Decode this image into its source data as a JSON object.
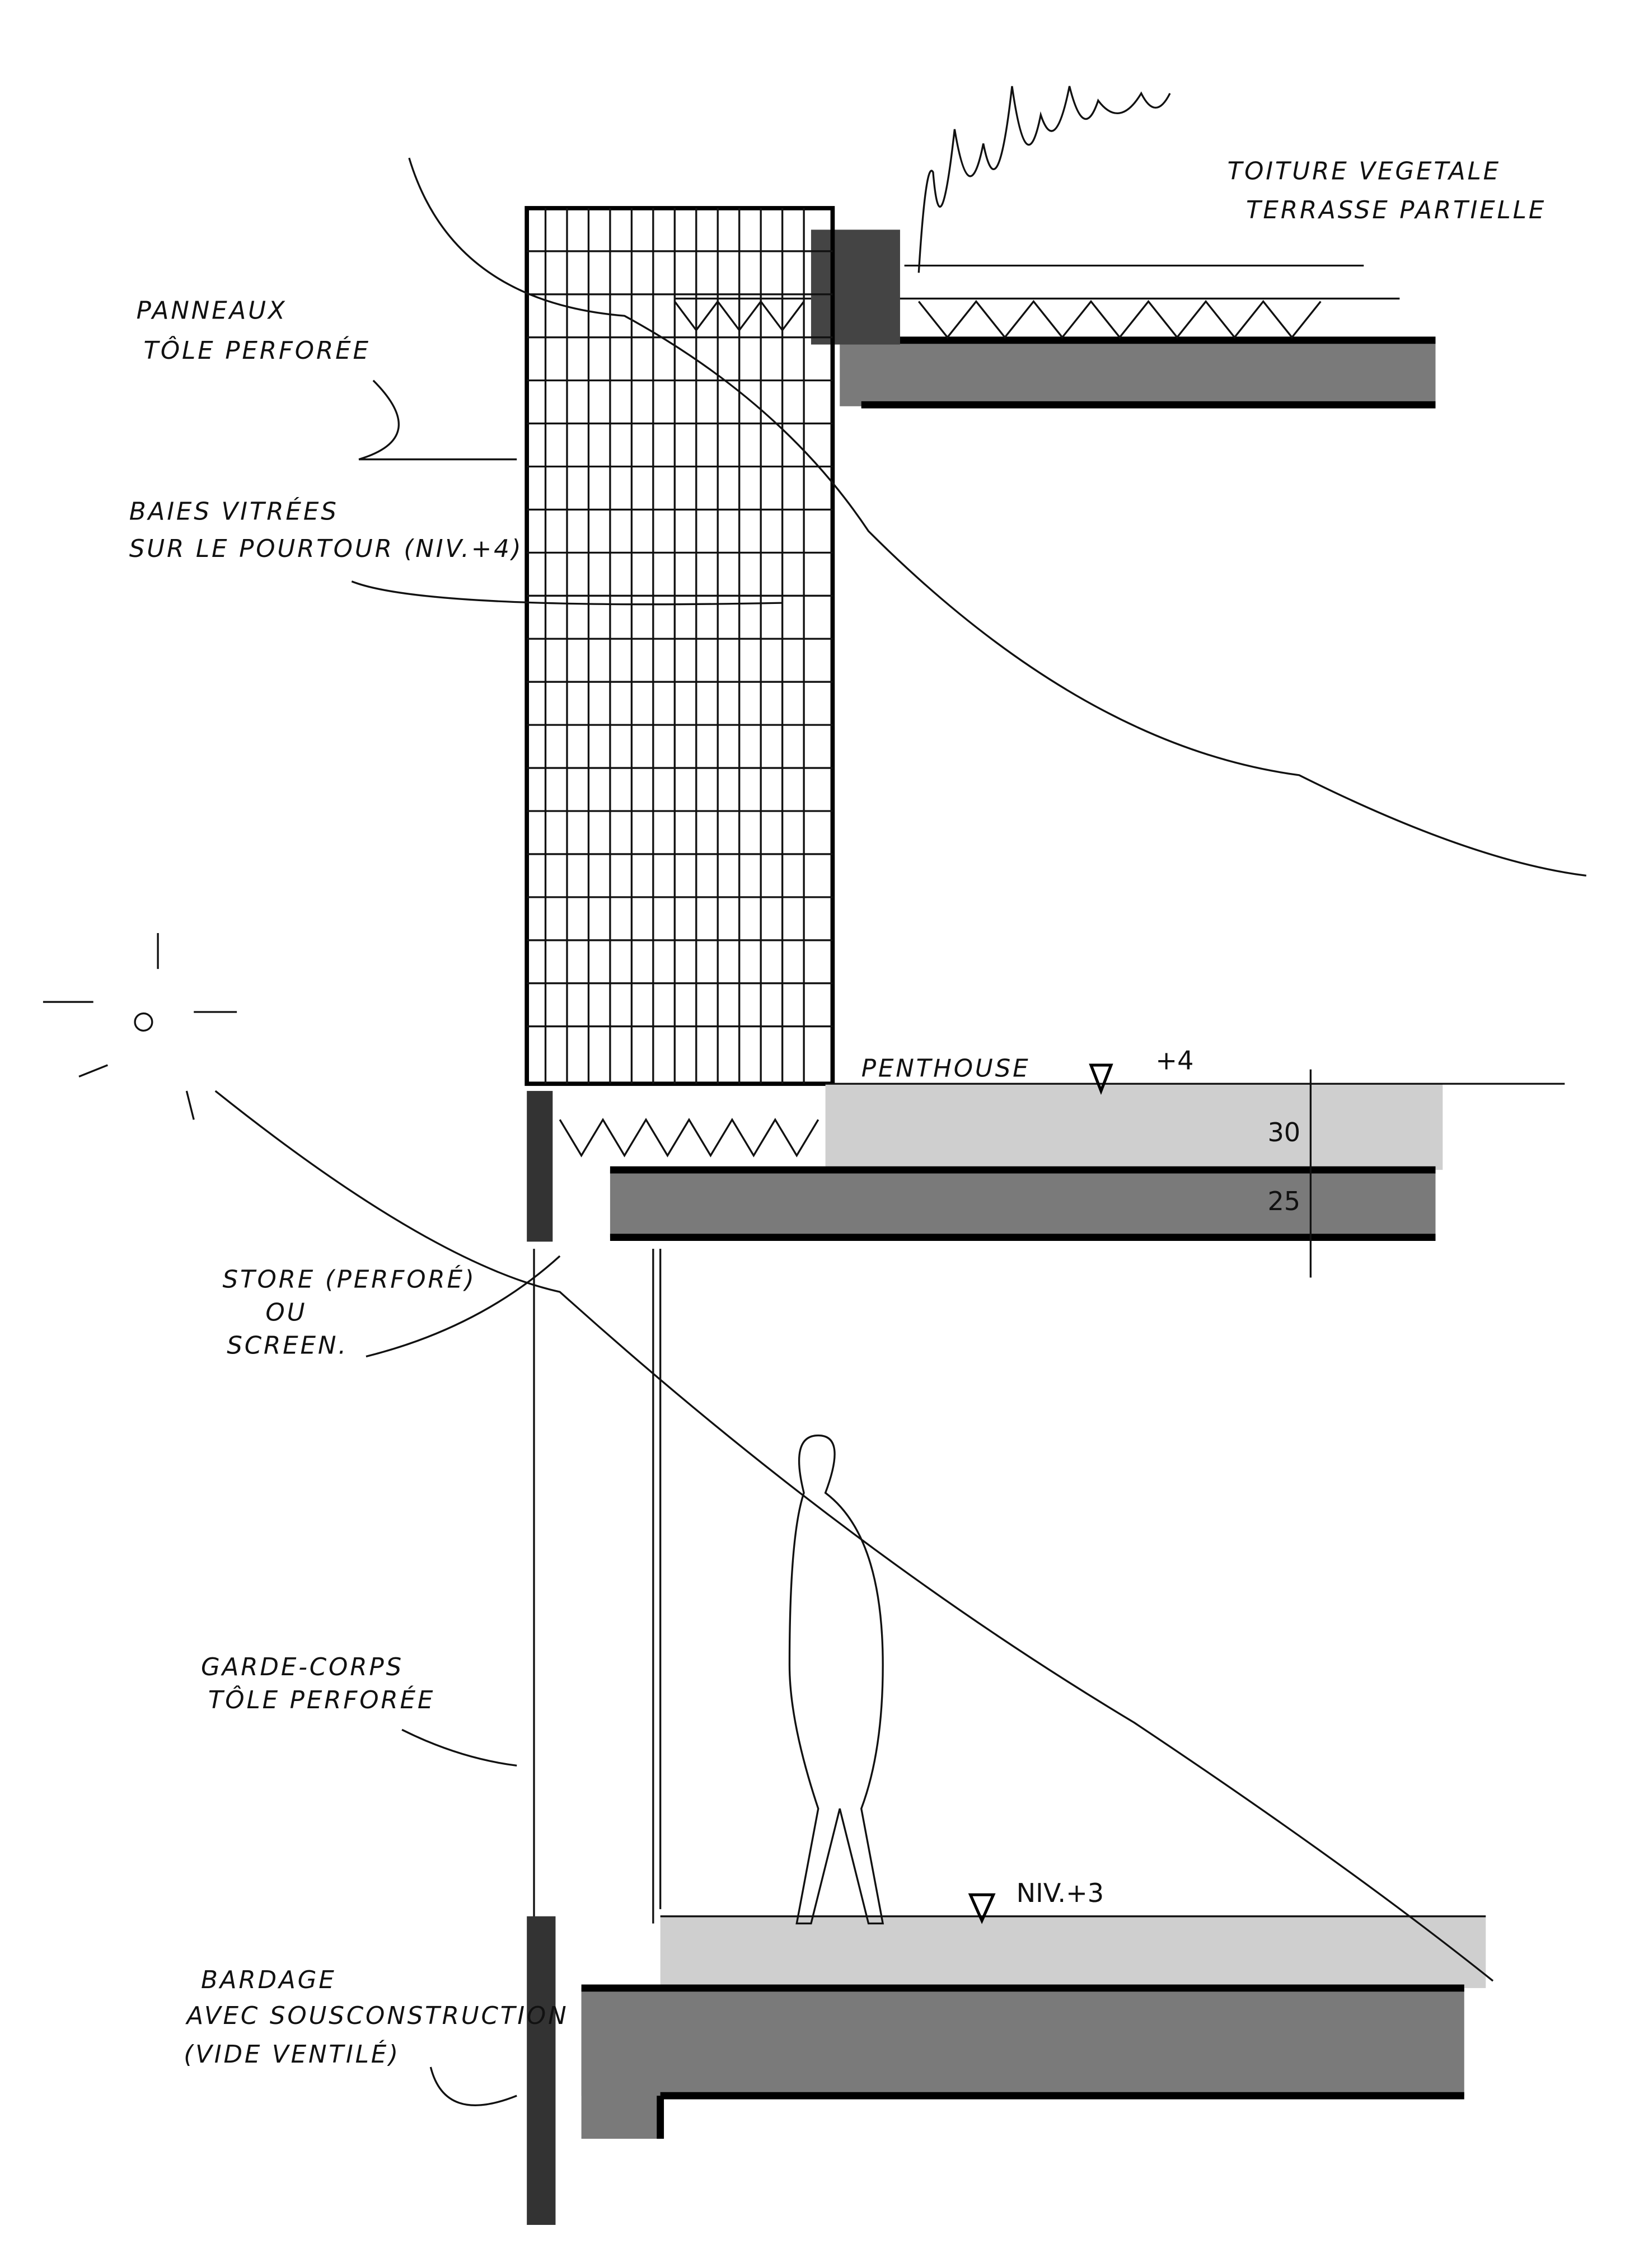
{
  "labels": {
    "roof": [
      "TOITURE VEGETALE",
      "TERRASSE PARTIELLE"
    ],
    "panels": [
      "PANNEAUX",
      "TÔLE PERFORÉE"
    ],
    "glazing": [
      "BAIES VITRÉES",
      "SUR LE POURTOUR (NIV.+4)"
    ],
    "penthouse": "PENTHOUSE",
    "level_4": "+4",
    "dim_30": "30",
    "dim_25": "25",
    "store": [
      "STORE (PERFORÉ)",
      "OU",
      "SCREEN."
    ],
    "guardrail": [
      "GARDE-CORPS",
      "TÔLE PERFORÉE"
    ],
    "level_3": "NIV.+3",
    "cladding": [
      "BARDAGE",
      "AVEC SOUSCONSTRUCTION",
      "(VIDE VENTILÉ)"
    ]
  },
  "colors": {
    "ink": "#111111",
    "slab": "#7a7a7a",
    "screed": "#cfcfcf"
  }
}
